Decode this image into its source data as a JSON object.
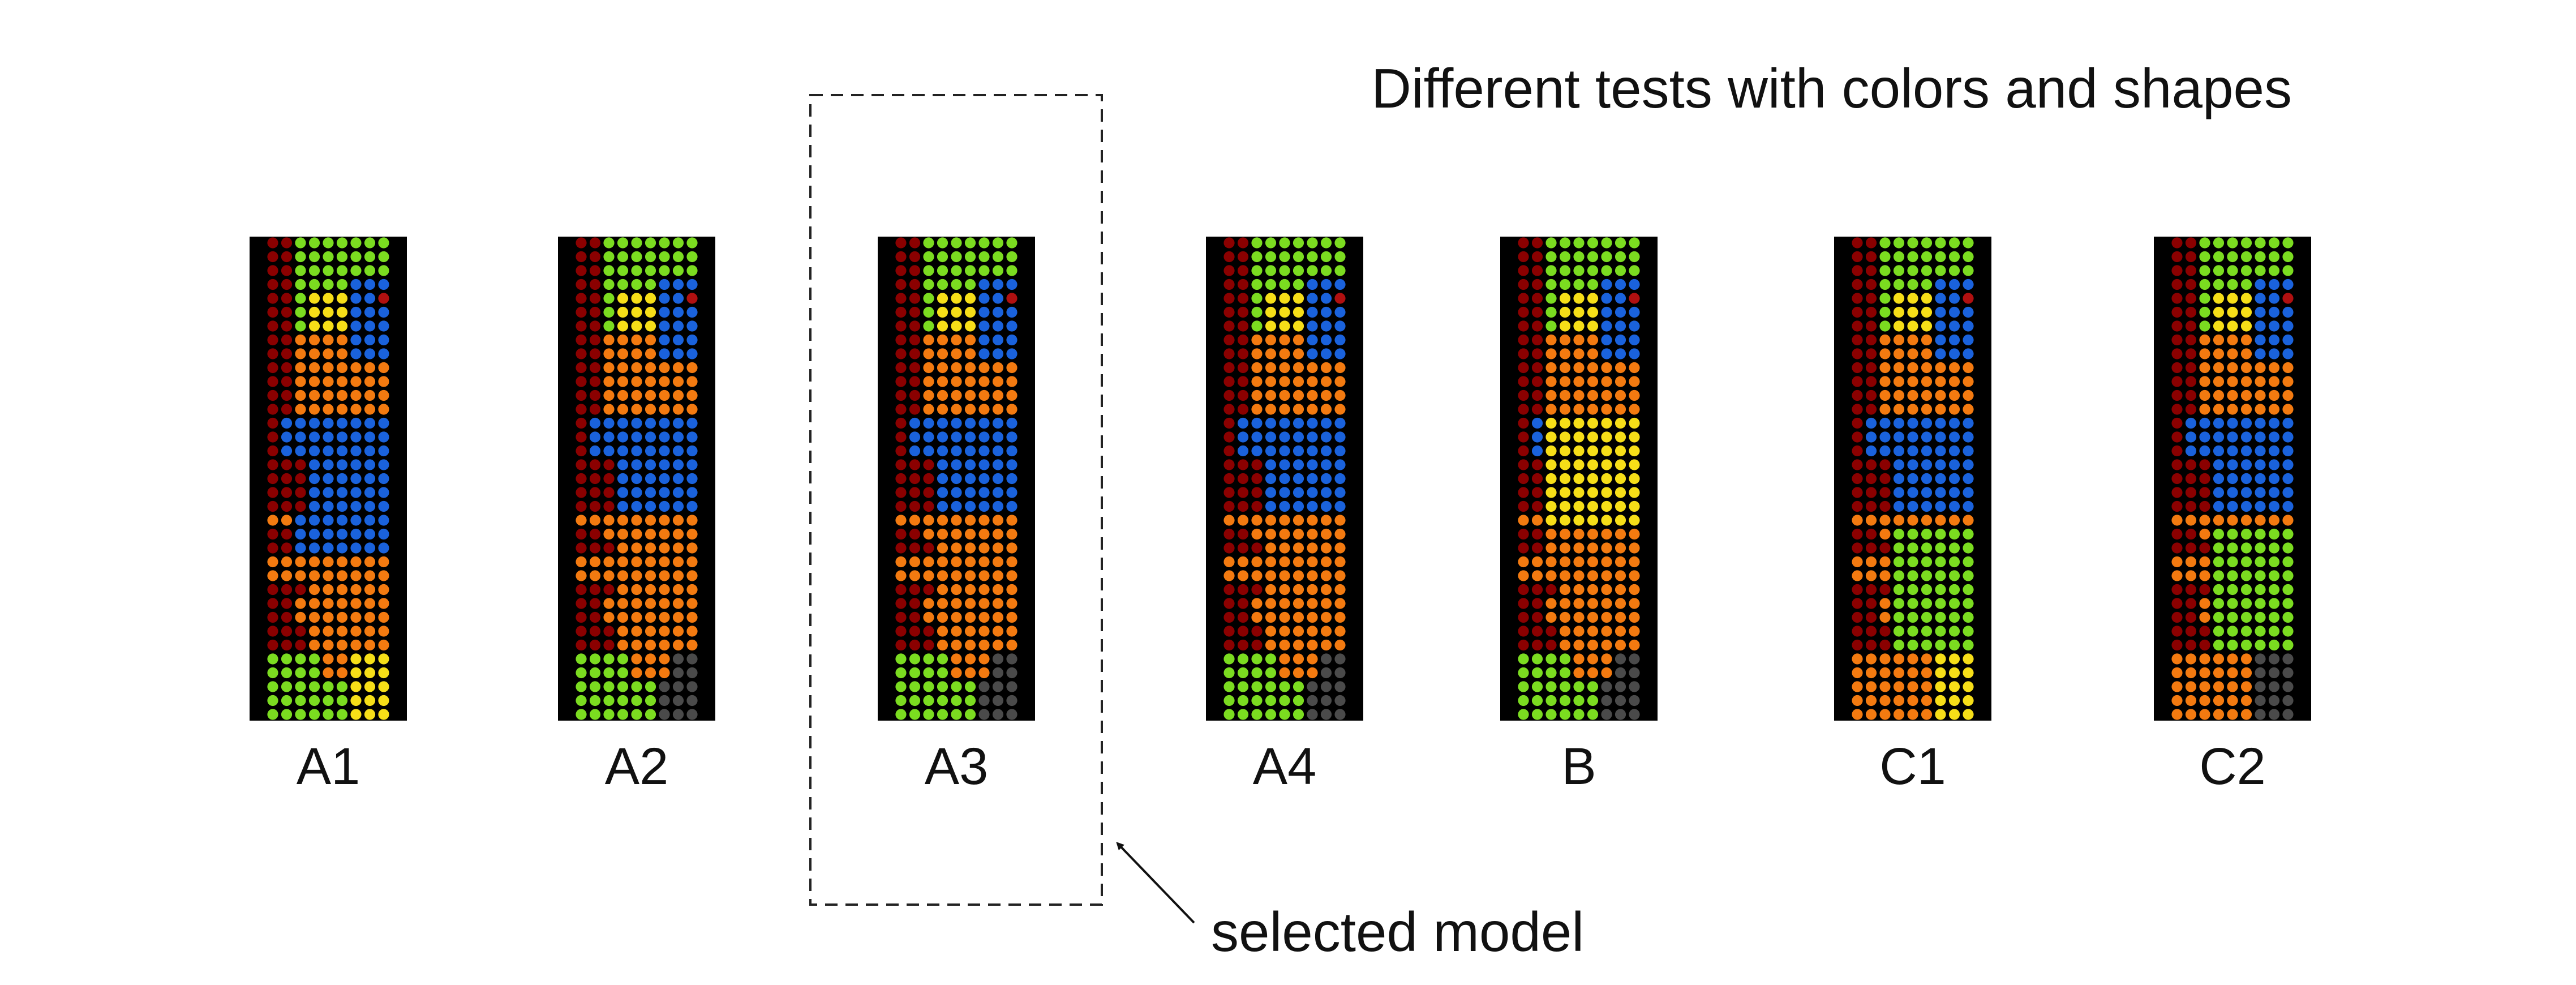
{
  "title": "Different tests with colors and shapes",
  "selected_note": "selected model",
  "selected_model": "A3",
  "palette": {
    "background": "#000000",
    "dark_red": "#8b0000",
    "green": "#7bdc20",
    "blue": "#1a62dc",
    "yellow": "#f6de18",
    "orange": "#f37a10",
    "gray": "#4a4a4a",
    "red_dot": "#b01010"
  },
  "models": [
    {
      "label": "A1",
      "variant": "a1"
    },
    {
      "label": "A2",
      "variant": "a2"
    },
    {
      "label": "A3",
      "variant": "a3"
    },
    {
      "label": "A4",
      "variant": "a4"
    },
    {
      "label": "B",
      "variant": "b"
    },
    {
      "label": "C1",
      "variant": "c1"
    },
    {
      "label": "C2",
      "variant": "c2"
    }
  ]
}
